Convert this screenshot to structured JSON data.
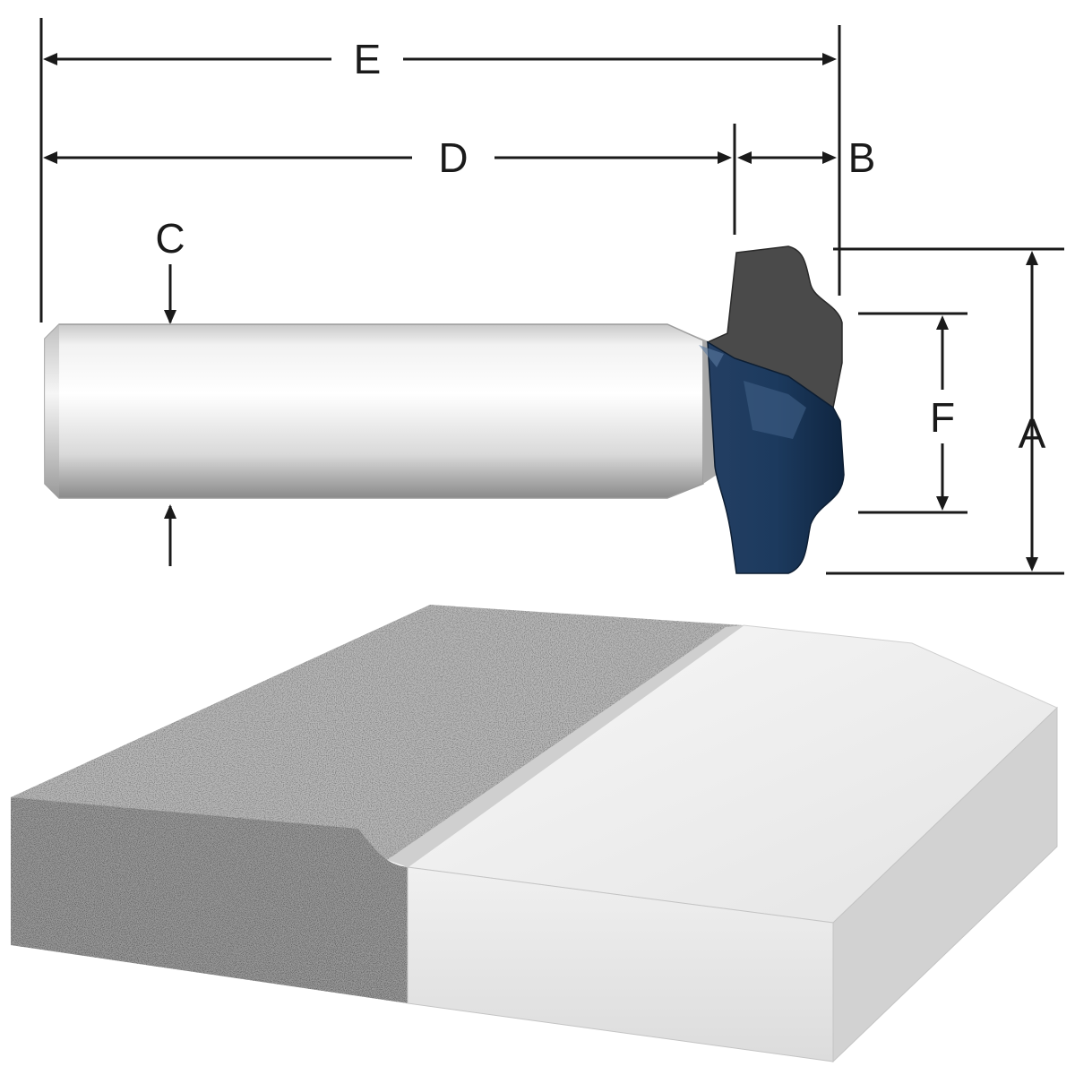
{
  "dimensions": {
    "overall_length": "E",
    "shank_length": "D",
    "cutting_length": "B",
    "shank_diameter": "C",
    "cutter_diameter": "A",
    "profile_height": "F"
  },
  "colors": {
    "dimension_line": "#1a1a1a",
    "shank_light": "#ffffff",
    "shank_dark": "#8a8a8a",
    "cutter_top": "#4a4a4a",
    "cutter_bottom": "#1c3a5e",
    "granite": "#b4b4b4",
    "panel_face": "#ebebeb"
  }
}
